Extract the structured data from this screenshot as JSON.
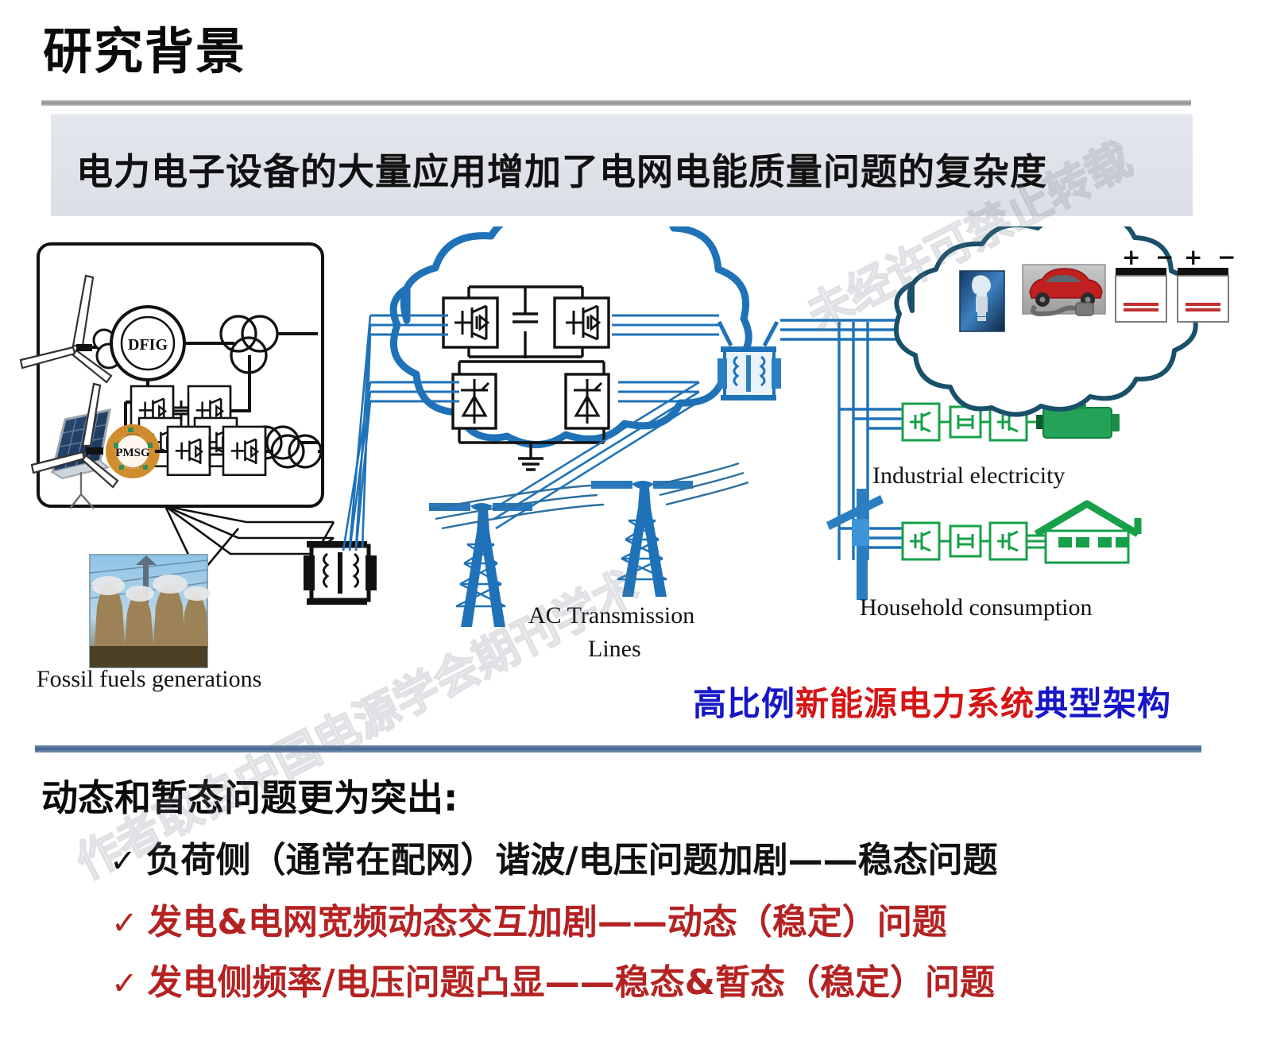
{
  "header": {
    "title": "研究背景",
    "banner_text": "电力电子设备的大量应用增加了电网电能质量问题的复杂度"
  },
  "diagram": {
    "generation_box": {
      "machines": [
        "DFIG",
        "PMSG"
      ],
      "sources": [
        "wind-turbine",
        "solar-panel",
        "wind-turbine"
      ]
    },
    "labels": {
      "fossil": "Fossil fuels generations",
      "ac_line1": "AC Transmission",
      "ac_line2": "Lines",
      "industrial": "Industrial electricity",
      "household": "Household consumption"
    },
    "loads_cloud": [
      "cfl-bulb",
      "electric-vehicle",
      "battery",
      "battery"
    ],
    "battery_marks": [
      "+",
      "−",
      "+",
      "−"
    ],
    "caption": {
      "part1": "高比例",
      "part2": "新能源电力系统",
      "part3": "典型架构",
      "color1": "#1616c8",
      "color2": "#d61414",
      "color3": "#1616c8"
    },
    "colors": {
      "grid_blue": "#1f72b8",
      "load_green": "#17a04a",
      "black": "#111111"
    }
  },
  "conclusions": {
    "heading": "动态和暂态问题更为突出:",
    "items": [
      {
        "tick": "✓",
        "text": "负荷侧（通常在配网）谐波/电压问题加剧——稳态问题",
        "color": "#111111"
      },
      {
        "tick": "✓",
        "text": "发电&电网宽频动态交互加剧——动态（稳定）问题",
        "color": "#b52222"
      },
      {
        "tick": "✓",
        "text": "发电侧频率/电压问题凸显——稳态&暂态（稳定）问题",
        "color": "#b52222"
      }
    ]
  },
  "watermark": {
    "line1": "作者取自中国电源学会期刊学术",
    "line2": "未经许可禁止转载"
  }
}
